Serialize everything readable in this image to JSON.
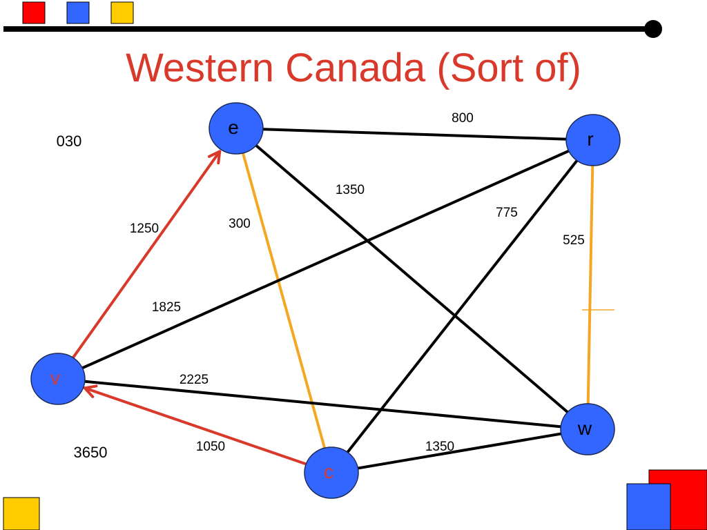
{
  "slide": {
    "title": "Western Canada (Sort of)",
    "title_color": "#d9392b",
    "rule_color": "#000000"
  },
  "colors": {
    "red": "#ff0000",
    "blue": "#3366ff",
    "yellow": "#ffcc00",
    "node_fill": "#3366ff",
    "node_stroke": "#1a2a55",
    "edge_default": "#000000",
    "edge_highlight": "#f5a623",
    "edge_arrow": "#d9392b"
  },
  "graph": {
    "nodes": [
      {
        "id": "e",
        "label": "e",
        "label_color": "#000000"
      },
      {
        "id": "r",
        "label": "r",
        "label_color": "#000000"
      },
      {
        "id": "v",
        "label": "v",
        "label_color": "#d9392b"
      },
      {
        "id": "w",
        "label": "w",
        "label_color": "#000000"
      },
      {
        "id": "c",
        "label": "c",
        "label_color": "#d9392b"
      }
    ],
    "edges": [
      {
        "from": "e",
        "to": "r",
        "weight": "800",
        "style": "default"
      },
      {
        "from": "e",
        "to": "w",
        "weight": "1350",
        "style": "default"
      },
      {
        "from": "e",
        "to": "c",
        "weight": "300",
        "style": "highlight"
      },
      {
        "from": "v",
        "to": "e",
        "weight": "1250",
        "style": "arrow"
      },
      {
        "from": "v",
        "to": "r",
        "weight": "1825",
        "style": "default"
      },
      {
        "from": "v",
        "to": "w",
        "weight": "2225",
        "style": "default"
      },
      {
        "from": "c",
        "to": "v",
        "weight": "1050",
        "style": "arrow"
      },
      {
        "from": "c",
        "to": "r",
        "weight": "775",
        "style": "default"
      },
      {
        "from": "c",
        "to": "w",
        "weight": "1350",
        "style": "default"
      },
      {
        "from": "r",
        "to": "w",
        "weight": "525",
        "style": "highlight"
      }
    ]
  },
  "notes": {
    "top_left": "030",
    "bottom_left": "3650"
  }
}
